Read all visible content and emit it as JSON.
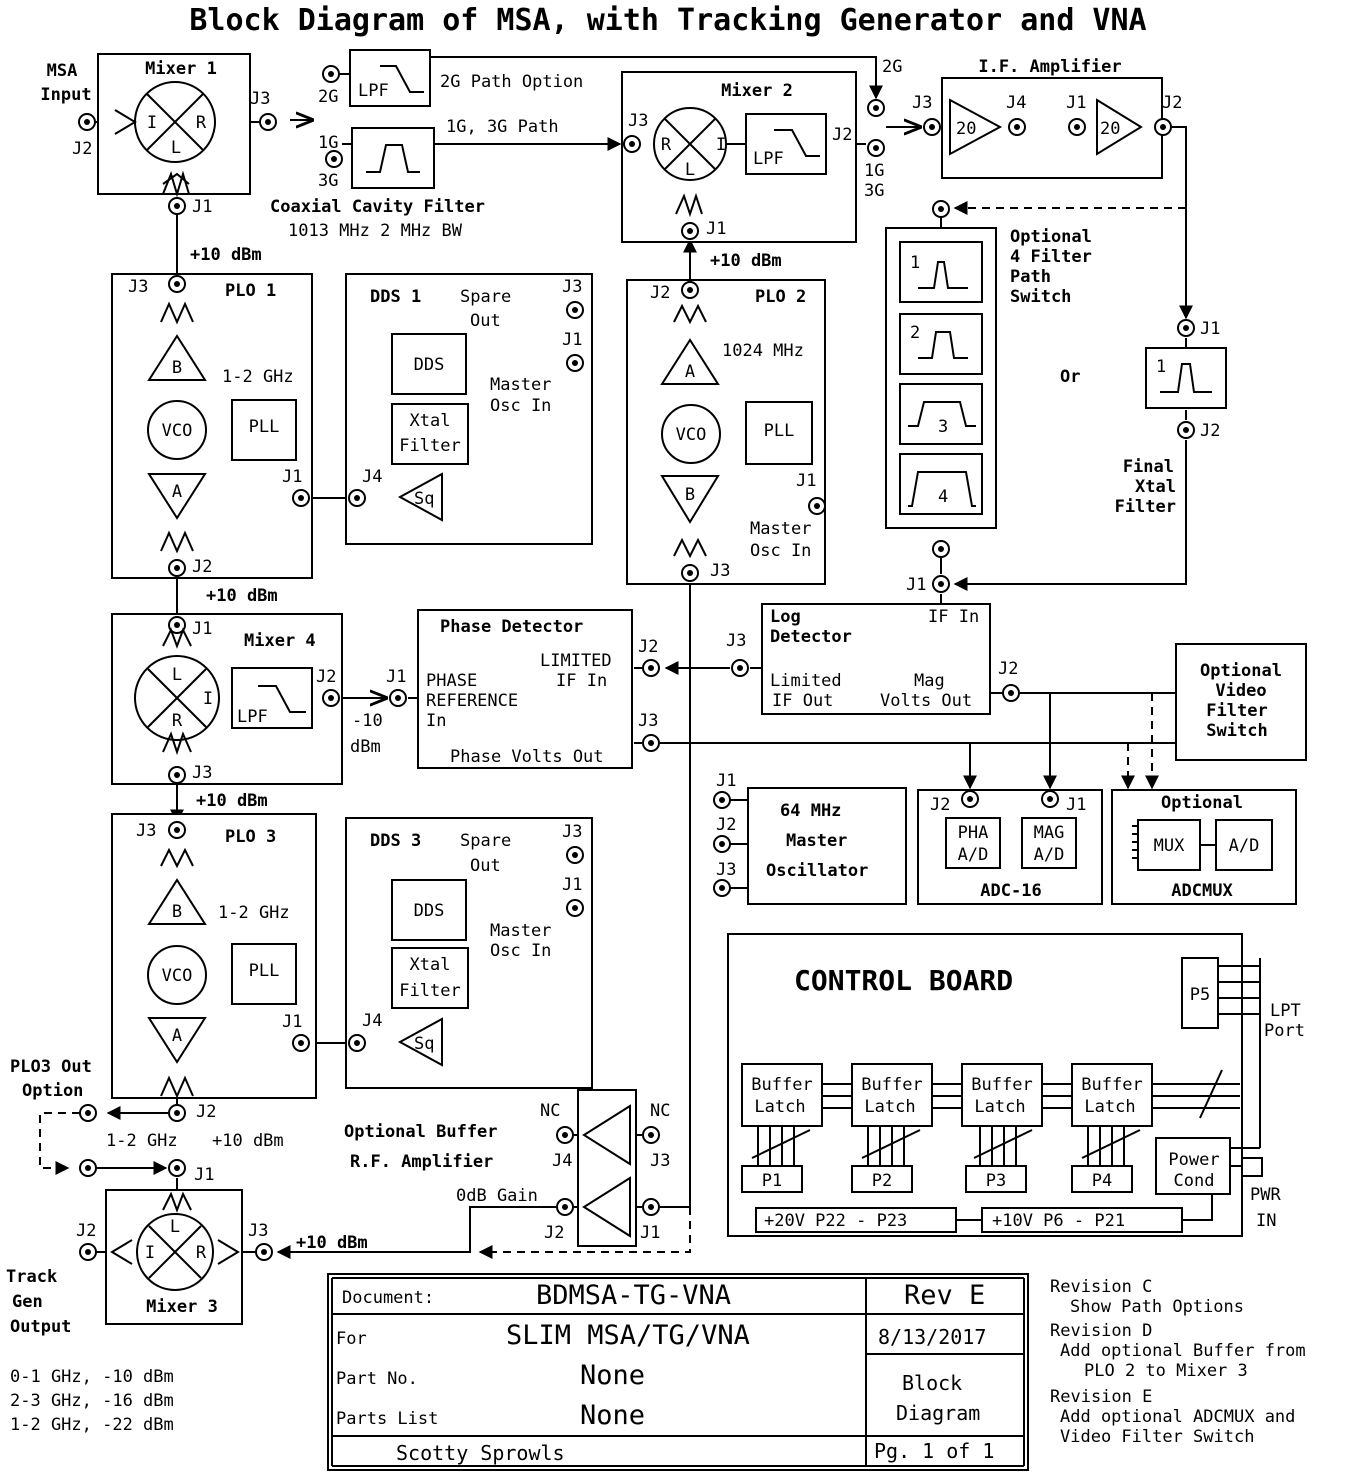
{
  "title": "Block Diagram of MSA, with Tracking Generator and VNA",
  "blocks": {
    "mixer1": {
      "title": "Mixer 1",
      "input_label_1": "MSA",
      "input_label_2": "Input",
      "j2": "J2",
      "j3": "J3",
      "j1": "J1",
      "port_i": "I",
      "port_r": "R",
      "port_l": "L"
    },
    "lpf_2g": {
      "label": "LPF",
      "jack": "2G",
      "path_label": "2G Path Option"
    },
    "cavity_filter": {
      "jack_1": "1G",
      "jack_2": "3G",
      "path_label": "1G, 3G Path",
      "title": "Coaxial Cavity Filter",
      "spec": "1013 MHz 2 MHz BW"
    },
    "mixer2": {
      "title": "Mixer 2",
      "j3": "J3",
      "j2": "J2",
      "j1": "J1",
      "lpf": "LPF",
      "port_r": "R",
      "port_i": "I",
      "port_l": "L",
      "out_2g": "2G",
      "out_1g": "1G",
      "out_3g": "3G",
      "lo_level": "+10 dBm"
    },
    "if_amp": {
      "title": "I.F. Amplifier",
      "gain_1": "20",
      "gain_2": "20",
      "j3": "J3",
      "j4": "J4",
      "j1": "J1",
      "j2": "J2"
    },
    "plo1": {
      "title": "PLO 1",
      "j3": "J3",
      "j2": "J2",
      "j1": "J1",
      "freq": "1-2 GHz",
      "amp_b": "B",
      "amp_a": "A",
      "vco": "VCO",
      "pll": "PLL",
      "level_top": "+10 dBm",
      "level_bottom": "+10 dBm"
    },
    "dds1": {
      "title": "DDS 1",
      "spare_1": "Spare",
      "spare_2": "Out",
      "dds": "DDS",
      "xtal_1": "Xtal",
      "xtal_2": "Filter",
      "master_1": "Master",
      "master_2": "Osc In",
      "sq": "Sq",
      "j3": "J3",
      "j1": "J1",
      "j4": "J4"
    },
    "plo2": {
      "title": "PLO 2",
      "j2": "J2",
      "j1": "J1",
      "j3": "J3",
      "freq": "1024 MHz",
      "amp_a": "A",
      "amp_b": "B",
      "vco": "VCO",
      "pll": "PLL",
      "master_1": "Master",
      "master_2": "Osc In"
    },
    "filter_switch": {
      "line_1": "Optional",
      "line_2": "4 Filter",
      "line_3": "Path",
      "line_4": "Switch",
      "f1": "1",
      "f2": "2",
      "f3": "3",
      "f4": "4",
      "or": "Or"
    },
    "final_xtal": {
      "num": "1",
      "j1": "J1",
      "j2": "J2",
      "line_1": "Final",
      "line_2": "Xtal",
      "line_3": "Filter"
    },
    "mixer4": {
      "title": "Mixer 4",
      "j1": "J1",
      "j2": "J2",
      "j3": "J3",
      "lpf": "LPF",
      "port_l": "L",
      "port_r": "R",
      "port_i": "I",
      "level_1": "-10",
      "level_2": "dBm",
      "level_lo": "+10 dBm"
    },
    "phase_detector": {
      "title": "Phase Detector",
      "j1": "J1",
      "j2": "J2",
      "j3": "J3",
      "ref_1": "PHASE",
      "ref_2": "REFERENCE",
      "ref_3": "In",
      "lim_1": "LIMITED",
      "lim_2": "IF In",
      "volts": "Phase Volts Out"
    },
    "log_detector": {
      "title_1": "Log",
      "title_2": "Detector",
      "if_in": "IF In",
      "j1": "J1",
      "j2": "J2",
      "j3": "J3",
      "lim_1": "Limited",
      "lim_2": "IF Out",
      "mag_1": "Mag",
      "mag_2": "Volts Out"
    },
    "video_filter": {
      "line_1": "Optional",
      "line_2": "Video",
      "line_3": "Filter",
      "line_4": "Switch"
    },
    "master_osc": {
      "line_1": "64 MHz",
      "line_2": "Master",
      "line_3": "Oscillator",
      "j1": "J1",
      "j2": "J2",
      "j3": "J3"
    },
    "adc16": {
      "title": "ADC-16",
      "pha_1": "PHA",
      "pha_2": "A/D",
      "mag_1": "MAG",
      "mag_2": "A/D",
      "j2": "J2",
      "j1": "J1"
    },
    "adcmux": {
      "top": "Optional",
      "title": "ADCMUX",
      "mux": "MUX",
      "ad": "A/D"
    },
    "plo3": {
      "title": "PLO 3",
      "j3": "J3",
      "j2": "J2",
      "j1": "J1",
      "freq": "1-2 GHz",
      "amp_b": "B",
      "amp_a": "A",
      "vco": "VCO",
      "pll": "PLL",
      "level_top": "+10 dBm"
    },
    "dds3": {
      "title": "DDS 3",
      "spare_1": "Spare",
      "spare_2": "Out",
      "dds": "DDS",
      "xtal_1": "Xtal",
      "xtal_2": "Filter",
      "master_1": "Master",
      "master_2": "Osc In",
      "sq": "Sq",
      "j3": "J3",
      "j1": "J1",
      "j4": "J4"
    },
    "plo3_out": {
      "line_1": "PLO3 Out",
      "line_2": "Option",
      "freq": "1-2 GHz",
      "level": "+10 dBm"
    },
    "buffer_amp": {
      "line_1": "Optional Buffer",
      "line_2": "R.F. Amplifier",
      "nc_left": "NC",
      "nc_right": "NC",
      "j4": "J4",
      "j3": "J3",
      "gain": "0dB Gain",
      "j2": "J2",
      "j1": "J1"
    },
    "mixer3": {
      "title": "Mixer 3",
      "j1": "J1",
      "j2": "J2",
      "j3": "J3",
      "port_l": "L",
      "port_i": "I",
      "port_r": "R",
      "rf_level": "+10 dBm",
      "out_1": "Track",
      "out_2": "Gen",
      "out_3": "Output"
    },
    "tg_levels": [
      "0-1 GHz, -10 dBm",
      "2-3 GHz, -16 dBm",
      "1-2 GHz, -22 dBm"
    ],
    "control_board": {
      "title": "CONTROL BOARD",
      "p5": "P5",
      "lpt_1": "LPT",
      "lpt_2": "Port",
      "buffer_1": "Buffer",
      "buffer_2": "Latch",
      "p1": "P1",
      "p2": "P2",
      "p3": "P3",
      "p4": "P4",
      "power_1": "Power",
      "power_2": "Cond",
      "rail_20": "+20V  P22 - P23",
      "rail_10": "+10V  P6 - P21",
      "pwr_1": "PWR",
      "pwr_2": "IN"
    }
  },
  "title_block": {
    "document_label": "Document:",
    "document_value": "BDMSA-TG-VNA",
    "for_label": "For",
    "for_value": "SLIM MSA/TG/VNA",
    "part_label": "Part No.",
    "part_value": "None",
    "parts_list_label": "Parts List",
    "parts_list_value": "None",
    "author": "Scotty Sprowls",
    "rev": "Rev E",
    "date": "8/13/2017",
    "type_1": "Block",
    "type_2": "Diagram",
    "page": "Pg. 1 of 1"
  },
  "revisions": [
    {
      "title": "Revision C",
      "lines": [
        "Show Path Options"
      ]
    },
    {
      "title": "Revision D",
      "lines": [
        "Add optional Buffer from",
        "PLO 2 to Mixer 3"
      ]
    },
    {
      "title": "Revision E",
      "lines": [
        "Add optional ADCMUX and",
        "Video Filter Switch"
      ]
    }
  ]
}
